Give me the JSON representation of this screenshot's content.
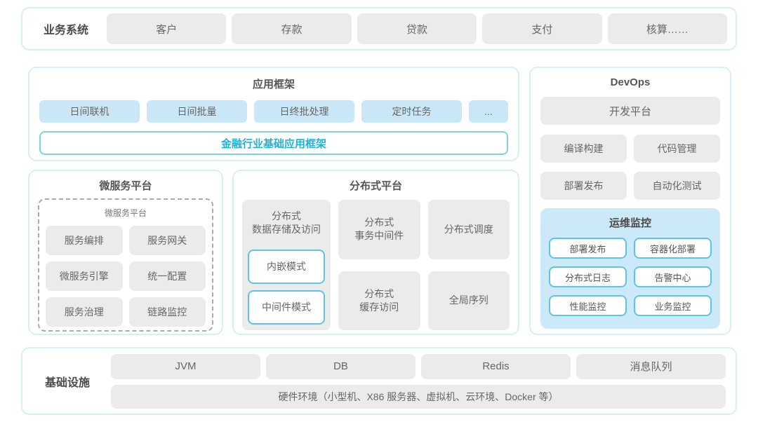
{
  "colors": {
    "panel_border": "#d9eef5",
    "gray_fill": "#ebebeb",
    "blue_fill": "#c9e7f7",
    "ops_fill": "#cbe9f8",
    "accent_border": "#5fc4e1",
    "accent_text": "#1fb2d3",
    "text": "#666666"
  },
  "business_systems": {
    "label": "业务系统",
    "items": [
      "客户",
      "存款",
      "贷款",
      "支付",
      "核算……"
    ]
  },
  "app_framework": {
    "title": "应用框架",
    "modes": [
      "日间联机",
      "日间批量",
      "日终批处理",
      "定时任务",
      "..."
    ],
    "base": "金融行业基础应用框架"
  },
  "microservice": {
    "title": "微服务平台",
    "inner_title": "微服务平台",
    "items": [
      "服务编排",
      "服务网关",
      "微服务引擎",
      "统一配置",
      "服务治理",
      "链路监控"
    ]
  },
  "distributed": {
    "title": "分布式平台",
    "storage": {
      "title": "分布式\n数据存储及访问",
      "modes": [
        "内嵌模式",
        "中间件模式"
      ]
    },
    "cells": [
      "分布式\n事务中间件",
      "分布式调度",
      "分布式\n缓存访问",
      "全局序列"
    ]
  },
  "devops": {
    "title": "DevOps",
    "platform": "开发平台",
    "tools": [
      "编译构建",
      "代码管理",
      "部署发布",
      "自动化测试"
    ],
    "ops_monitor": {
      "title": "运维监控",
      "items": [
        "部署发布",
        "容器化部署",
        "分布式日志",
        "告警中心",
        "性能监控",
        "业务监控"
      ]
    }
  },
  "infrastructure": {
    "label": "基础设施",
    "items": [
      "JVM",
      "DB",
      "Redis",
      "消息队列"
    ],
    "hardware": "硬件环境（小型机、X86 服务器、虚拟机、云环境、Docker 等）"
  }
}
